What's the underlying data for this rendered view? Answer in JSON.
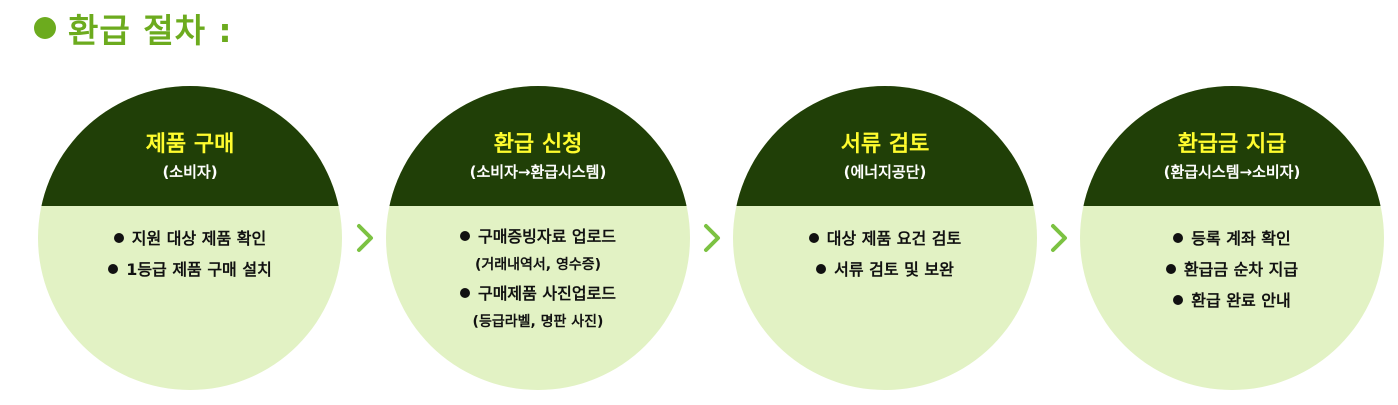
{
  "title": "환급 절차 :",
  "steps": [
    {
      "title": "제품 구매",
      "subtitle": "(소비자)",
      "items": [
        "지원 대상 제품 확인",
        "1등급 제품 구매 설치"
      ],
      "notes": [
        "",
        ""
      ]
    },
    {
      "title": "환급 신청",
      "subtitle": "(소비자→환급시스템)",
      "items": [
        "구매증빙자료 업로드",
        "구매제품 사진업로드"
      ],
      "notes": [
        "(거래내역서, 영수증)",
        "(등급라벨, 명판 사진)"
      ]
    },
    {
      "title": "서류 검토",
      "subtitle": "(에너지공단)",
      "items": [
        "대상 제품 요건 검토",
        "서류 검토 및 보완"
      ],
      "notes": [
        "",
        ""
      ]
    },
    {
      "title": "환급금 지급",
      "subtitle": "(환급시스템→소비자)",
      "items": [
        "등록 계좌 확인",
        "환급금 순차 지급",
        "환급 완료 안내"
      ],
      "notes": [
        "",
        "",
        ""
      ]
    }
  ],
  "colors": {
    "accent": "#6cab1e",
    "header": "#203f07",
    "header_title": "#fffc2e",
    "circle": "#e2f2c4",
    "arrow": "#7cc242"
  },
  "icons": {
    "bullet": "filled-circle",
    "arrow": "chevron-right-icon"
  }
}
